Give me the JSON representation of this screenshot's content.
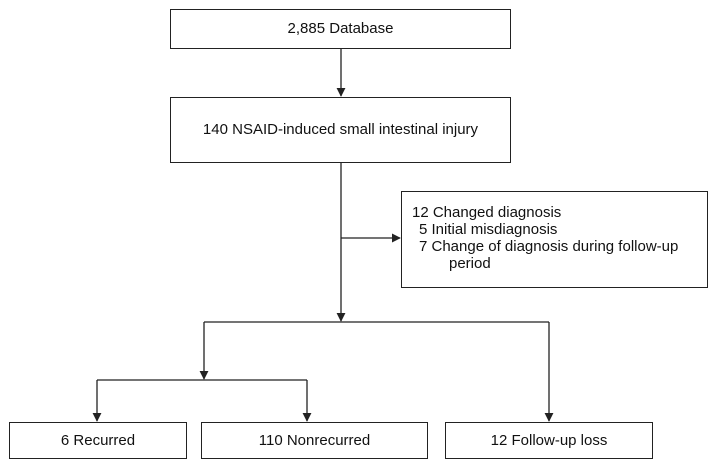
{
  "boxes": {
    "database": "2,885 Database",
    "induced": "140 NSAID-induced small intestinal injury",
    "changed": {
      "title": "12 Changed diagnosis",
      "item1": "5 Initial misdiagnosis",
      "item2_line1": "7 Change of diagnosis during follow-up",
      "item2_line2": "period"
    },
    "recurred": "6 Recurred",
    "nonrecurred": "110 Nonrecurred",
    "followup_loss": "12 Follow-up loss"
  },
  "colors": {
    "line": "#222222",
    "text": "#111111"
  }
}
